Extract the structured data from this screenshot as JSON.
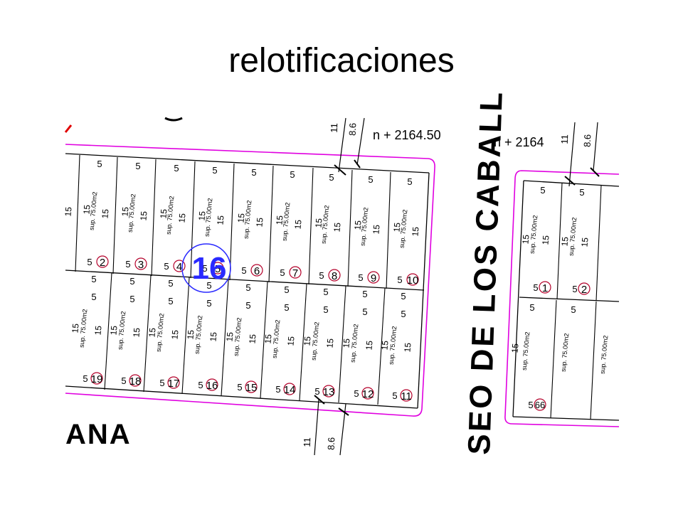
{
  "title": "relotificaciones",
  "block_number": "16",
  "street_labels": {
    "vertical": "SEO DE LOS CABALL",
    "bottom": "ANA"
  },
  "stations": {
    "left": "n + 2164.50",
    "right": "n + 2164"
  },
  "road_widths": {
    "width": "11",
    "half": "8.6"
  },
  "lot_area": "sup. 75.00m2",
  "lot_front": "5",
  "lot_depth": "15",
  "lots": {
    "top_row": [
      "2",
      "3",
      "4",
      "5",
      "6",
      "7",
      "8",
      "9",
      "10"
    ],
    "bottom_row": [
      "19",
      "18",
      "17",
      "16",
      "15",
      "14",
      "13",
      "12",
      "11"
    ],
    "right_block": [
      "1",
      "2",
      "66"
    ]
  },
  "colors": {
    "block_outline": "#e000e0",
    "lot_lines": "#000000",
    "block_circle": "#2a2aff",
    "lot_circle": "#b4002a"
  }
}
